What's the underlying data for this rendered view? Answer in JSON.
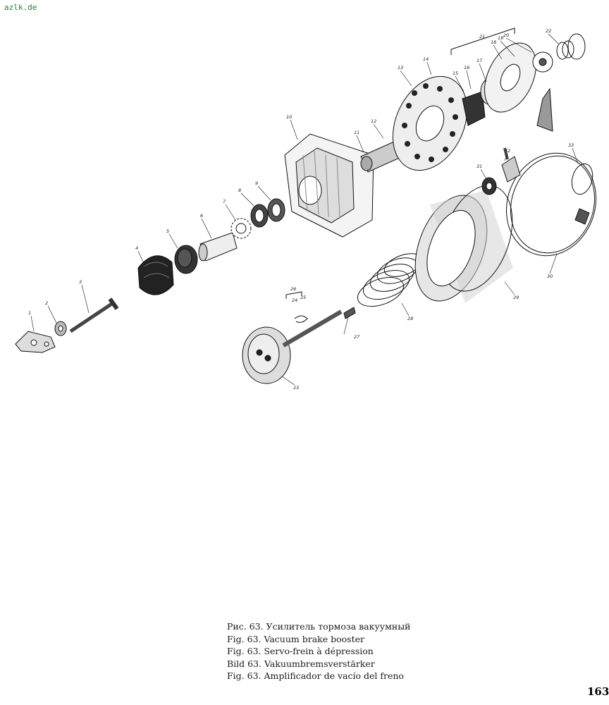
{
  "watermark": "azlk.de",
  "part_labels": [
    "1",
    "2",
    "3",
    "4",
    "5",
    "6",
    "7",
    "8",
    "9",
    "10",
    "11",
    "12",
    "13",
    "14",
    "15",
    "16",
    "17",
    "18",
    "19",
    "20",
    "21",
    "22",
    "23",
    "24",
    "25",
    "26",
    "27",
    "28",
    "29",
    "30",
    "31",
    "32",
    "33"
  ],
  "caption": [
    "Рис. 63. Усилитель тормоза вакуумный",
    "Fig. 63. Vacuum brake booster",
    "Fig. 63. Servo-frein à dépression",
    "Bild 63. Vakuumbremsverstärker",
    "Fig. 63. Amplificador de vacío del freno"
  ],
  "page_number": "163"
}
